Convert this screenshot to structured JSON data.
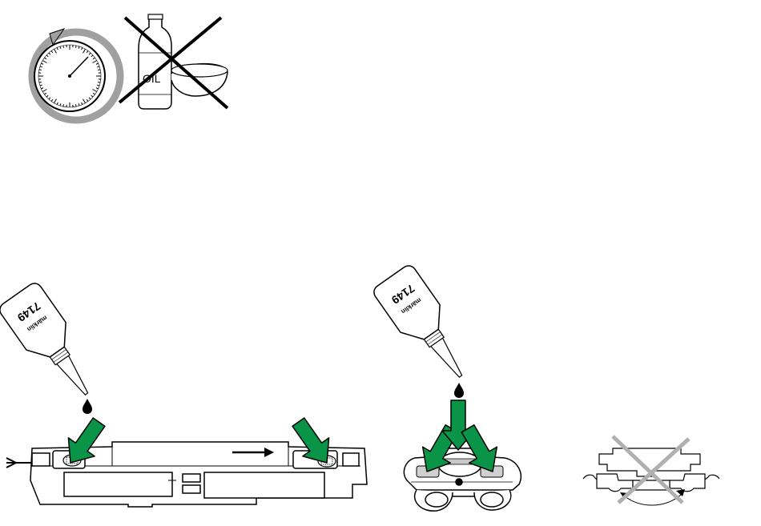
{
  "labels": {
    "oil_bottle": "OIL",
    "oiler_number": "7149",
    "oiler_brand": "märklin"
  },
  "colors": {
    "arrow_green": "#0a9447",
    "arrow_outline": "#000000",
    "gauge_ring": "#a0a0a0",
    "cross_dark": "#000000",
    "cross_light": "#b0b0b0",
    "line": "#000000"
  },
  "icons": {
    "timer": "stopwatch-cycle-icon",
    "no_oil": "no-oil-bowl-icon",
    "oiler": "oil-dispenser-icon",
    "no_tilt": "no-tilt-icon"
  }
}
